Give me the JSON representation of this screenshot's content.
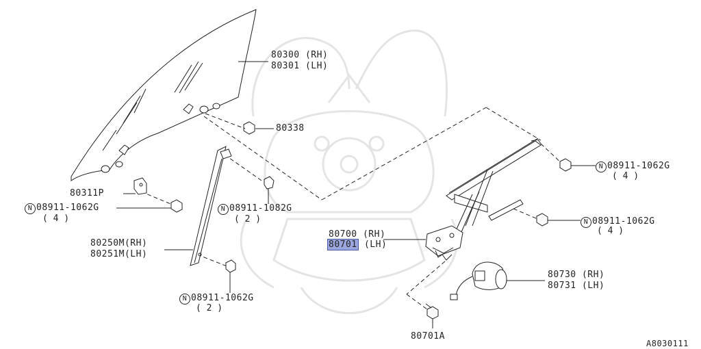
{
  "diagram": {
    "ref_code": "A8030111",
    "colors": {
      "line": "#222222",
      "highlight": "#9aa6dd",
      "watermark": "#e6e6e6"
    },
    "watermark_icon": "samurai-helmet-logo",
    "nut_prefix_symbol": "N",
    "parts": {
      "glass": {
        "rh": "80300 (RH)",
        "lh": "80301 (LH)"
      },
      "glass_bolt": {
        "num": "80338"
      },
      "bracket": {
        "num": "80311P"
      },
      "nut_glass_bracket": {
        "num": "08911-1062G",
        "qty": "( 4 )"
      },
      "nut_sash_top": {
        "num": "08911-1082G",
        "qty": "( 2 )"
      },
      "sash": {
        "rh": "80250M(RH)",
        "lh": "80251M(LH)"
      },
      "nut_sash_bottom": {
        "num": "08911-1062G",
        "qty": "( 2 )"
      },
      "regulator": {
        "rh_label": "80700 (RH)",
        "lh_num": "80701",
        "lh_side": " (LH)"
      },
      "nut_reg_top": {
        "num": "08911-1062G",
        "qty": "( 4 )"
      },
      "nut_reg_mid": {
        "num": "08911-1062G",
        "qty": "( 4 )"
      },
      "motor": {
        "rh": "80730 (RH)",
        "lh": "80731 (LH)"
      },
      "motor_bolt": {
        "num": "80701A"
      }
    }
  }
}
